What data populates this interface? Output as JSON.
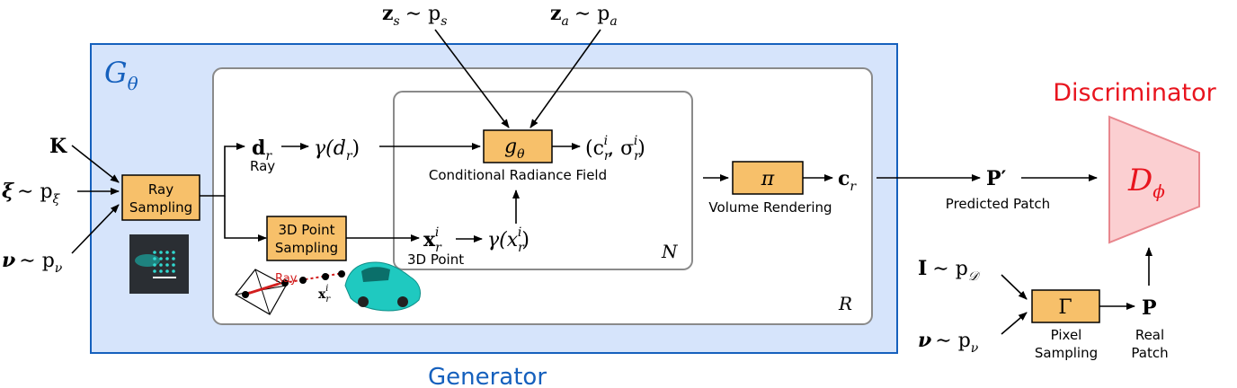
{
  "generator": {
    "symbol_main": "G",
    "symbol_sub": "θ",
    "caption": "Generator",
    "color": "#1560bd",
    "fill": "#d6e4fb"
  },
  "inputs": {
    "k": "K",
    "xi_main": "ξ",
    "xi_dist": "∼ p",
    "xi_sub": "ξ",
    "nu_main": "ν",
    "nu_dist": "∼ p",
    "nu_sub": "ν",
    "zs_main": "z",
    "zs_sub": "s",
    "zs_dist": "∼ p",
    "zs_dsub": "s",
    "za_main": "z",
    "za_sub": "a",
    "za_dist": "∼ p",
    "za_dsub": "a"
  },
  "boxes": {
    "ray_sampling": [
      "Ray",
      "Sampling"
    ],
    "point_sampling": [
      "3D Point",
      "Sampling"
    ],
    "g_main": "g",
    "g_sub": "θ",
    "pi": "π",
    "gamma_box": "Γ",
    "box_fill": "#f7c06a"
  },
  "labels": {
    "ray": "Ray",
    "ray_img": "Ray",
    "point_3d": "3D Point",
    "conditional_radiance_field": "Conditional Radiance Field",
    "volume_rendering": "Volume Rendering",
    "predicted_patch": "Predicted Patch",
    "pixel_sampling": [
      "Pixel",
      "Sampling"
    ],
    "real_patch": [
      "Real",
      "Patch"
    ],
    "n": "N",
    "r": "R"
  },
  "math": {
    "d_main": "d",
    "d_sub": "r",
    "gamma_d": "γ(d",
    "gamma_d_sub": "r",
    "gamma_d_close": ")",
    "x_main": "x",
    "x_sub": "r",
    "x_sup": "i",
    "gamma_x": "γ(x",
    "gamma_x_sub": "r",
    "gamma_x_sup": "i",
    "gamma_x_close": ")",
    "cs_open": "(c",
    "cs_c_sub": "r",
    "cs_c_sup": "i",
    "cs_sigma": ", σ",
    "cs_sigma_sub": "r",
    "cs_sigma_sup": "i",
    "cs_close": ")",
    "c_main": "c",
    "c_sub": "r",
    "p_prime": "P′",
    "i_main": "I",
    "i_dist": "∼ p",
    "i_sub": "𝒟",
    "nu2_main": "ν",
    "nu2_dist": "∼ p",
    "nu2_sub": "ν",
    "p_real": "P",
    "xi_img_main": "x",
    "xi_img_sub": "r",
    "xi_img_sup": "i"
  },
  "discriminator": {
    "title": "Discriminator",
    "symbol_main": "D",
    "symbol_sub": "ϕ",
    "color": "#e8141e",
    "fill": "#fbcfd1",
    "stroke": "#e8868d"
  }
}
